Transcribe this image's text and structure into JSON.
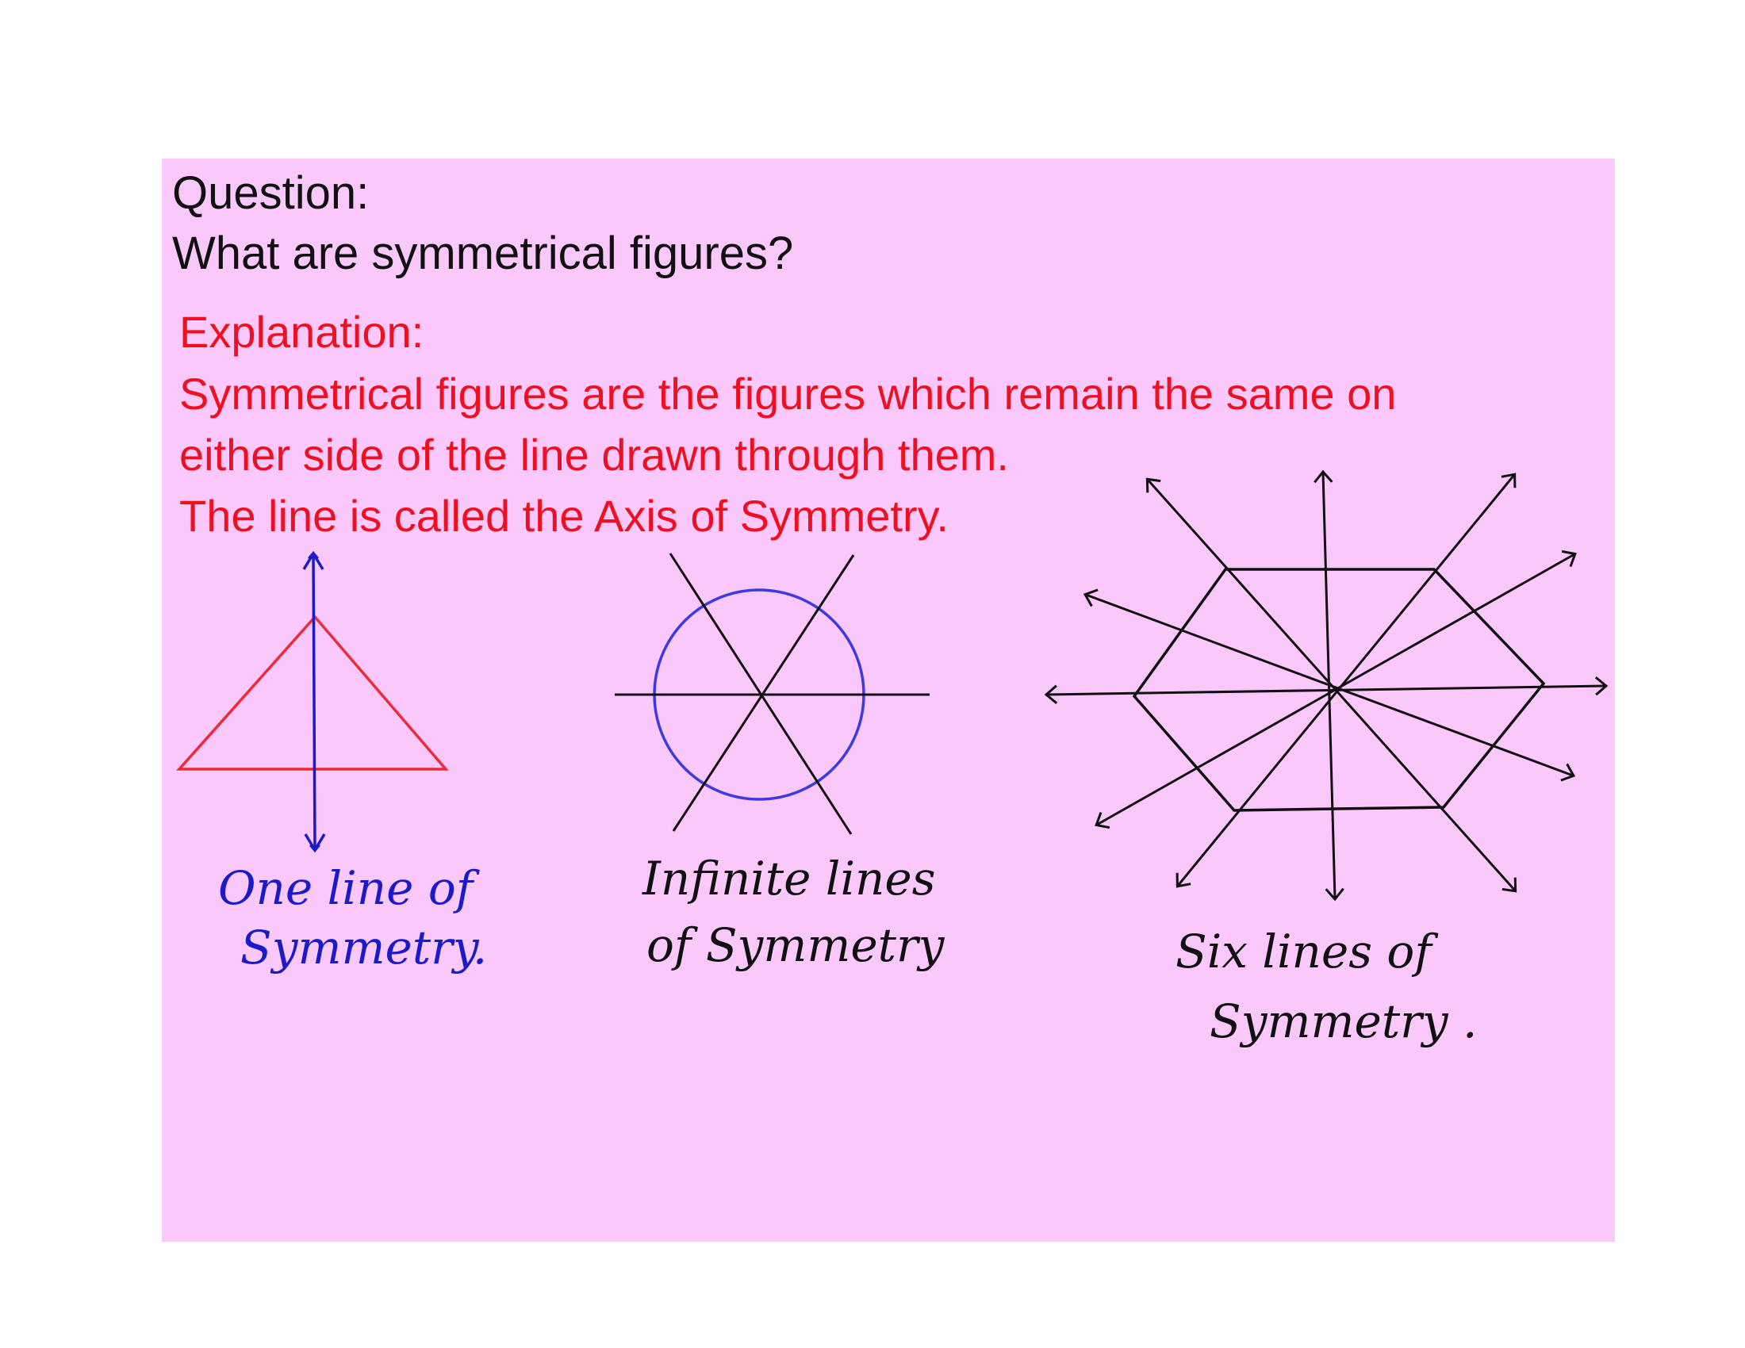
{
  "question": {
    "label": "Question:",
    "text": "What are symmetrical figures?"
  },
  "explanation": {
    "label": "Explanation:",
    "line1": "Symmetrical figures are the figures which remain the same on",
    "line2": "either side of the line drawn through them.",
    "line3": "The line is called the Axis of Symmetry."
  },
  "figures": {
    "triangle": {
      "caption_line1": "One line of",
      "caption_line2": "Symmetry."
    },
    "circle": {
      "caption_line1": "Infinite lines",
      "caption_line2": "of Symmetry"
    },
    "hexagon": {
      "caption_line1": "Six lines of",
      "caption_line2": "Symmetry ."
    }
  },
  "colors": {
    "background": "#fbc8fb",
    "question": "#111111",
    "explanation": "#ee1020",
    "triangle": "#ee2a3a",
    "axis_blue": "#1a1ac8",
    "circle": "#3a3ae0",
    "hexagon": "#111111"
  }
}
